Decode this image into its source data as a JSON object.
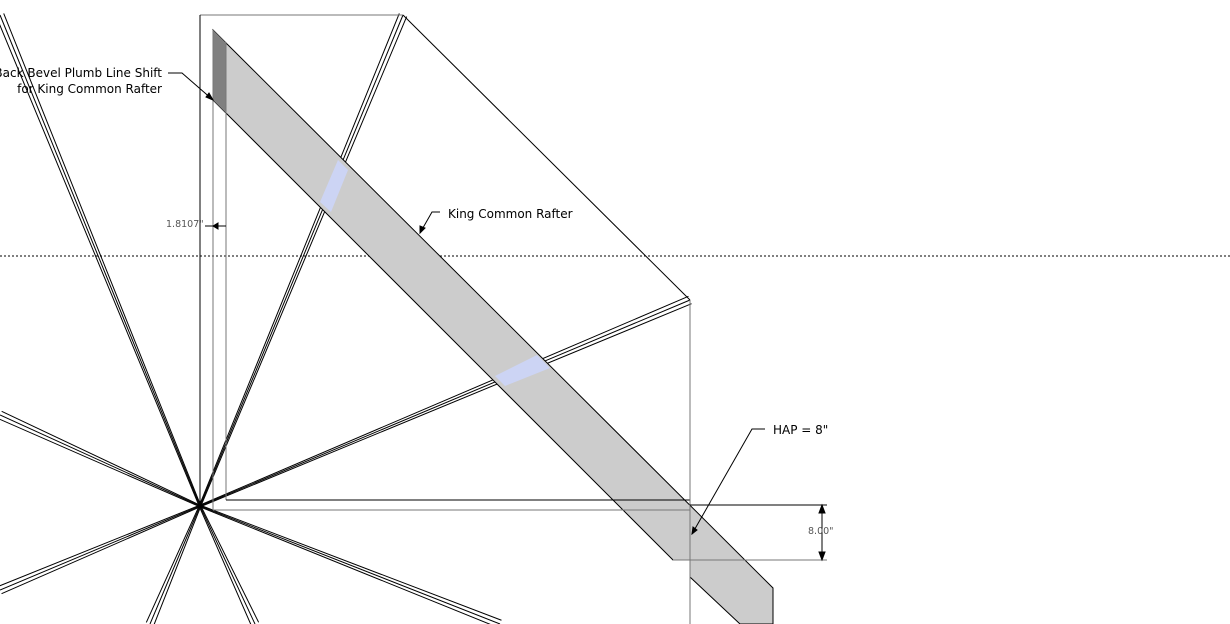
{
  "annotations": {
    "back_bevel_line1": "Back Bevel Plumb Line Shift",
    "back_bevel_line2": "for King Common Rafter",
    "king_common_rafter": "King Common Rafter",
    "hap": "HAP = 8\""
  },
  "dimensions": {
    "plumb_shift": "1.8107\"",
    "hap_height": "8.00\""
  },
  "colors": {
    "rafter_fill": "#cccccc",
    "bevel_fill": "#808080",
    "highlight": "#ccd4f4",
    "line": "#000000"
  }
}
